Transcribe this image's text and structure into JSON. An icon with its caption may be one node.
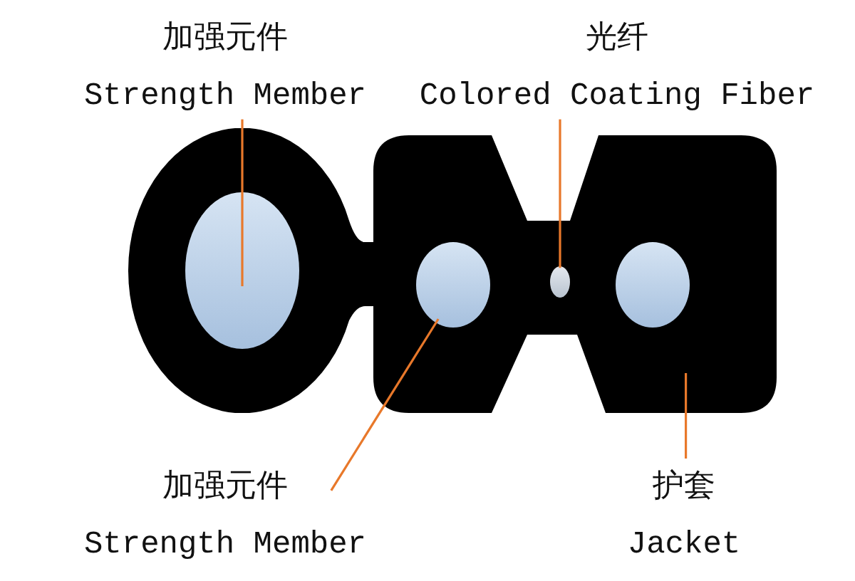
{
  "diagram": {
    "nodes": [
      {
        "text": [
          "加强元件",
          "Strength Member"
        ]
      },
      {
        "text": [
          "光纤",
          "Colored Coating Fiber"
        ]
      },
      {
        "text": [
          "加强元件",
          "Strength Member"
        ]
      },
      {
        "text": [
          "护套",
          "Jacket"
        ]
      },
      {
        "text": [],
        "shape": "box"
      },
      {
        "text": [],
        "shape": "circle",
        "in": 4
      },
      {
        "text": [],
        "shape": "circle",
        "in": 4
      },
      {
        "text": [],
        "shape": "circle",
        "in": 4
      },
      {
        "text": [],
        "shape": "circle",
        "in": 4
      }
    ],
    "edges": [
      {
        "from": 0,
        "to": 5,
        "arrow": "none"
      },
      {
        "from": 1,
        "to": 7,
        "arrow": "none"
      },
      {
        "from": 2,
        "to": 6,
        "arrow": "none"
      },
      {
        "from": 3,
        "to": 4,
        "arrow": "none"
      }
    ]
  }
}
